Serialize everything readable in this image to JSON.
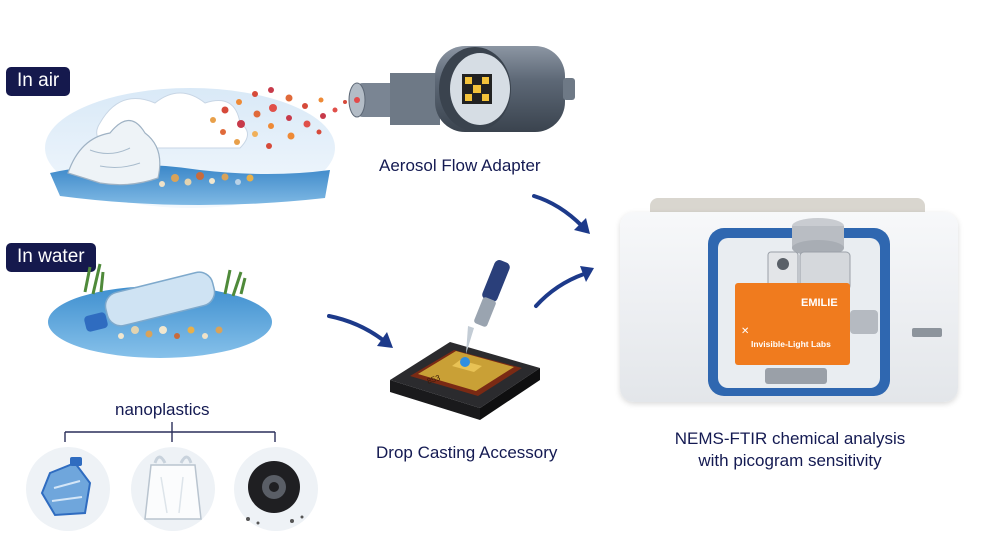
{
  "labels": {
    "in_air": "In air",
    "in_water": "In water",
    "nanoplastics": "nanoplastics",
    "aerosol_adapter": "Aerosol Flow Adapter",
    "drop_casting": "Drop Casting Accessory",
    "analysis_line1": "NEMS-FTIR chemical analysis",
    "analysis_line2": "with picogram sensitivity"
  },
  "instrument": {
    "module_name": "EMILIE",
    "brand": "Invisible-Light Labs"
  },
  "chip": {
    "tag": "853"
  },
  "colors": {
    "label_bg": "#15194d",
    "text_navy": "#141a52",
    "arrow_blue": "#1d3a8a",
    "instrument_blue": "#2f67b0",
    "module_orange": "#f07b1e"
  },
  "icons": [
    "bottle-icon",
    "plastic-bag-icon",
    "tire-icon"
  ]
}
